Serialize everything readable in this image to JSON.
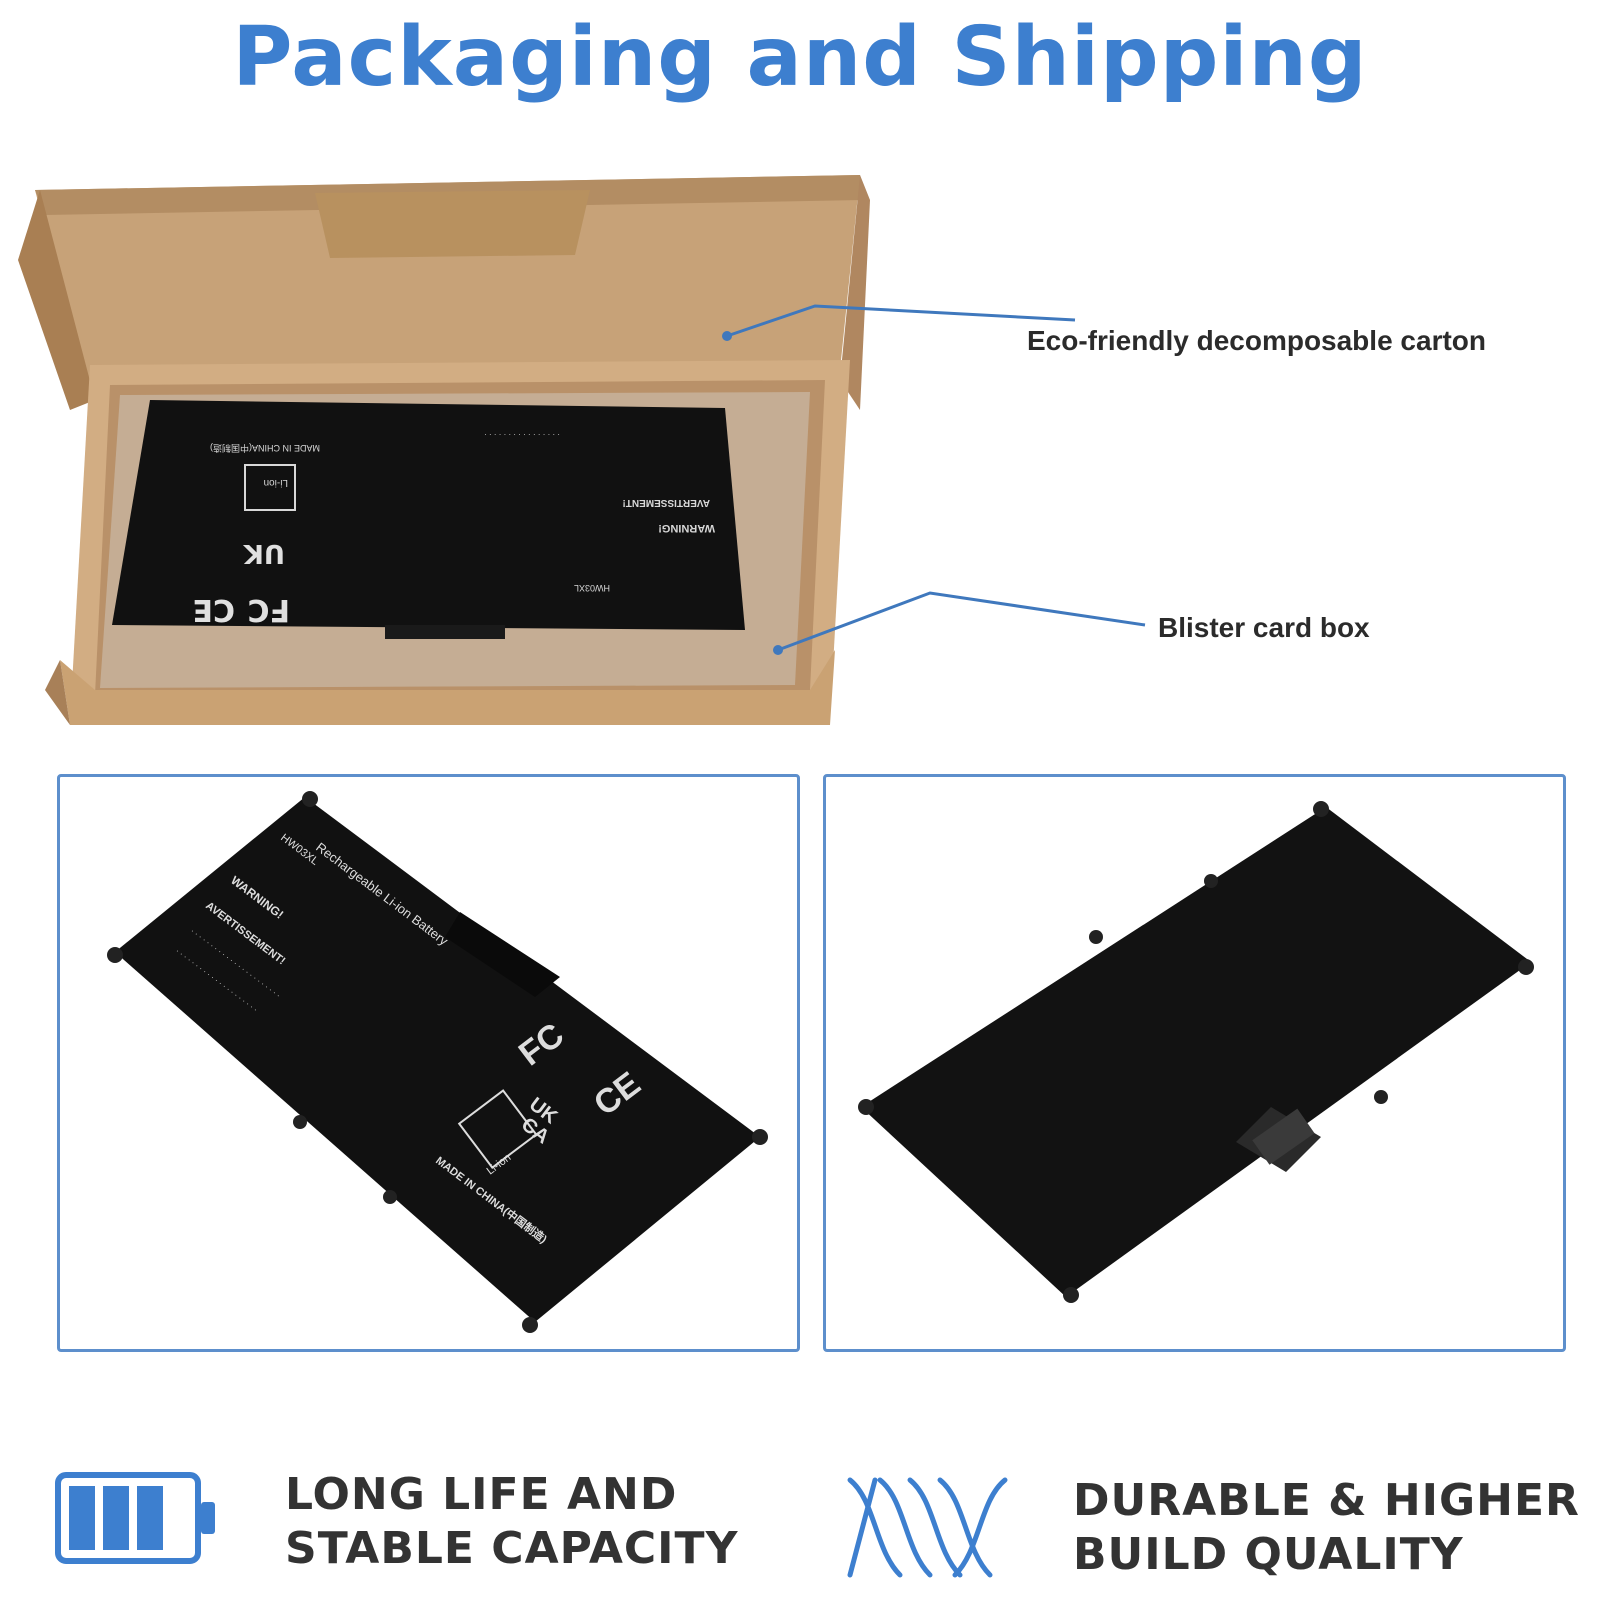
{
  "title": "Packaging and Shipping",
  "callouts": [
    {
      "label": "Eco-friendly decomposable carton"
    },
    {
      "label": "Blister card box"
    }
  ],
  "battery_label": {
    "model": "HW03XL",
    "product": "Rechargeable Li-ion Battery",
    "warning": "WARNING!",
    "avertissement": "AVERTISSEMENT!",
    "made_in": "MADE IN CHINA(中国制造)",
    "li_ion": "Li-ion",
    "uk_ca_top": "UK",
    "uk_ca_bottom": "CA",
    "fc": "FC",
    "ce": "CE"
  },
  "features": [
    {
      "line1": "LONG LIFE AND",
      "line2": "STABLE CAPACITY",
      "icon": "battery-icon"
    },
    {
      "line1": "DURABLE & HIGHER",
      "line2": "BUILD QUALITY",
      "icon": "twisted-wire-icon"
    }
  ],
  "colors": {
    "accent": "#3d7fcf",
    "panel_border": "#5d8fcc",
    "cardboard": "#c9a47a",
    "battery": "#111111"
  }
}
